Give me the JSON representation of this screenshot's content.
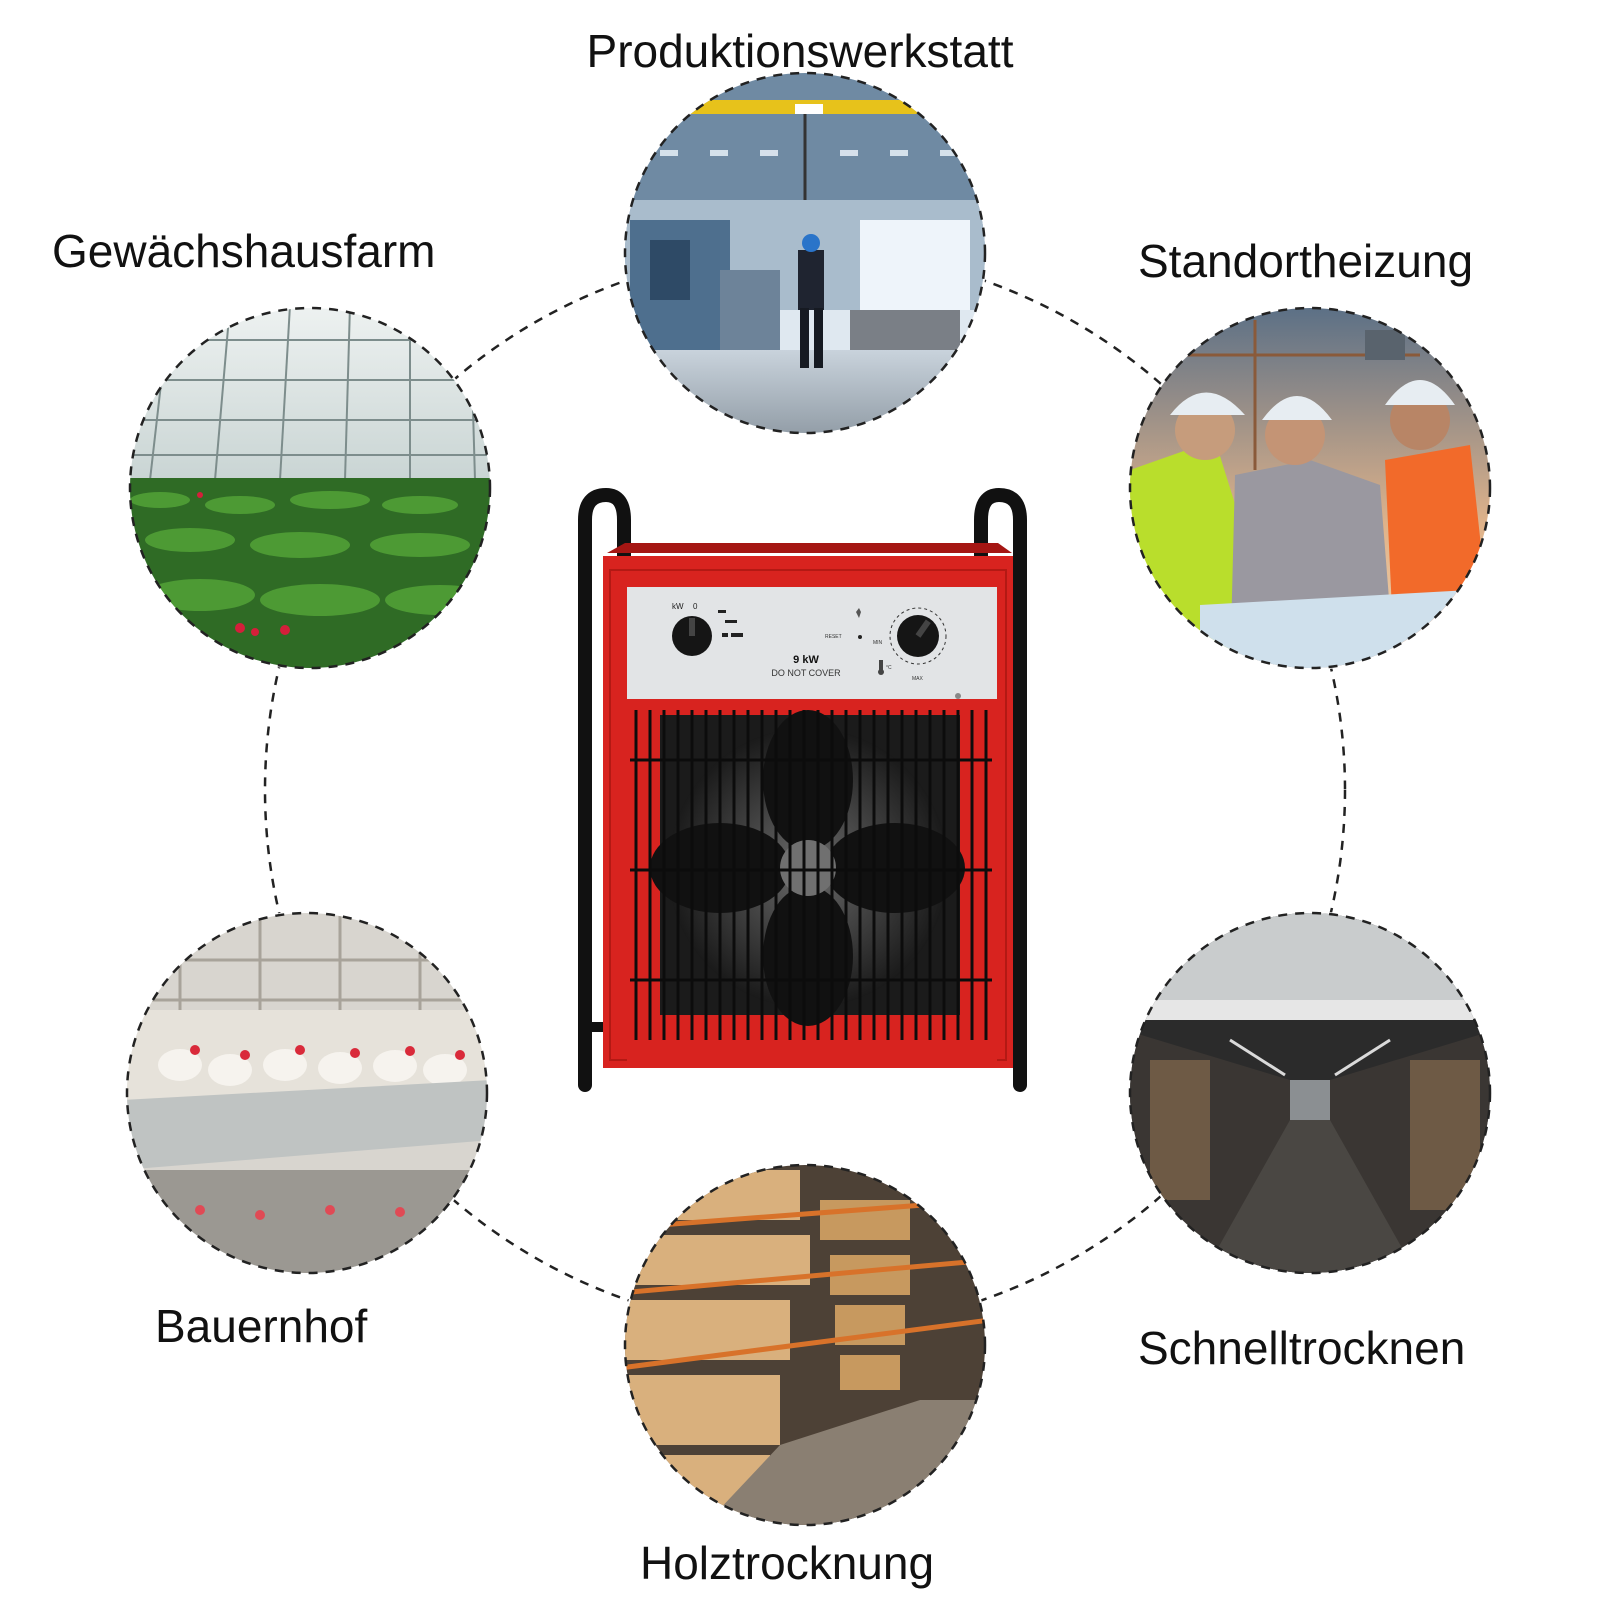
{
  "labels": {
    "top": "Produktionswerkstatt",
    "top_left": "Gewächshausfarm",
    "top_right": "Standortheizung",
    "bottom_left": "Bauernhof",
    "bottom_right": "Schnelltrocknen",
    "bottom": "Holztrocknung"
  },
  "heater": {
    "power": "9 kW",
    "warning": "DO NOT COVER",
    "kw_label": "kW",
    "zero_label": "0",
    "reset_label": "RESET",
    "min_label": "MIN",
    "max_label": "MAX",
    "temp_unit": "°C"
  },
  "colors": {
    "heater_red": "#d8231f",
    "panel_silver": "#e2e4e6",
    "frame_black": "#111111",
    "dash": "#222222"
  }
}
